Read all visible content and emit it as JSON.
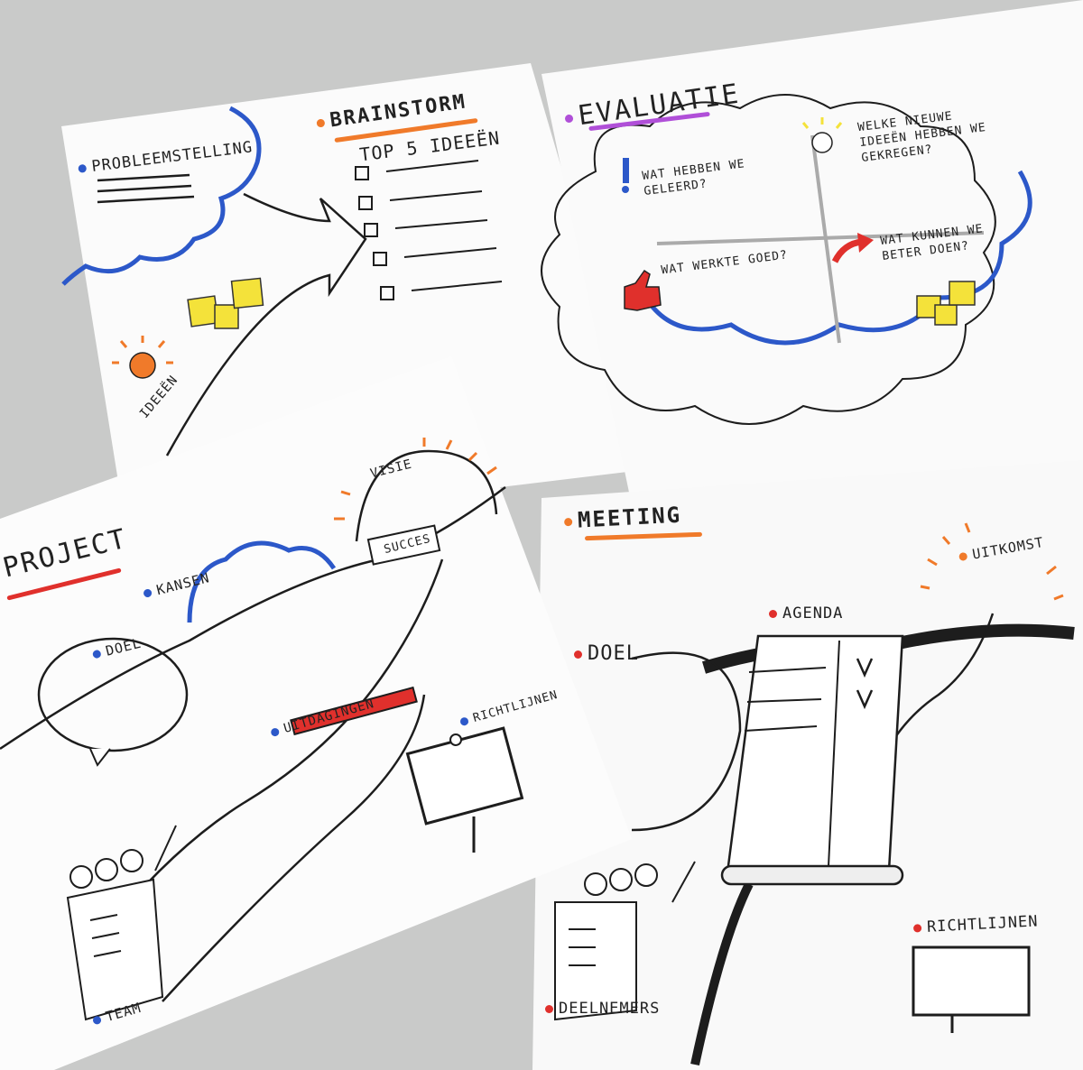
{
  "sheets": {
    "brainstorm": {
      "problem_label": "PROBLEEMSTELLING",
      "title": "BRAINSTORM",
      "top_label": "TOP 5 IDEEËN",
      "ideas_label": "IDEEËN"
    },
    "evaluatie": {
      "title": "EVALUATIE",
      "q1": "WAT HEBBEN WE GELEERD?",
      "q2": "WELKE NIEUWE IDEEËN HEBBEN WE GEKREGEN?",
      "q3": "WAT WERKTE GOED?",
      "q4": "WAT KUNNEN WE BETER DOEN?"
    },
    "project": {
      "title": "PROJECT",
      "visie": "VISIE",
      "succes": "SUCCES",
      "kansen": "KANSEN",
      "doel": "DOEL",
      "uitdagingen": "UITDAGINGEN",
      "richtlijnen": "RICHTLIJNEN",
      "team": "TEAM"
    },
    "meeting": {
      "title": "MEETING",
      "uitkomst": "UITKOMST",
      "agenda": "AGENDA",
      "doel": "DOEL",
      "richtlijnen": "RICHTLIJNEN",
      "deelnemers": "DEELNEMERS"
    }
  },
  "colors": {
    "blue": "#2c58c9",
    "orange": "#f07a2a",
    "red": "#e0302c",
    "purple": "#b04fd8",
    "yellow": "#f4e23a",
    "ink": "#1d1d1d"
  }
}
